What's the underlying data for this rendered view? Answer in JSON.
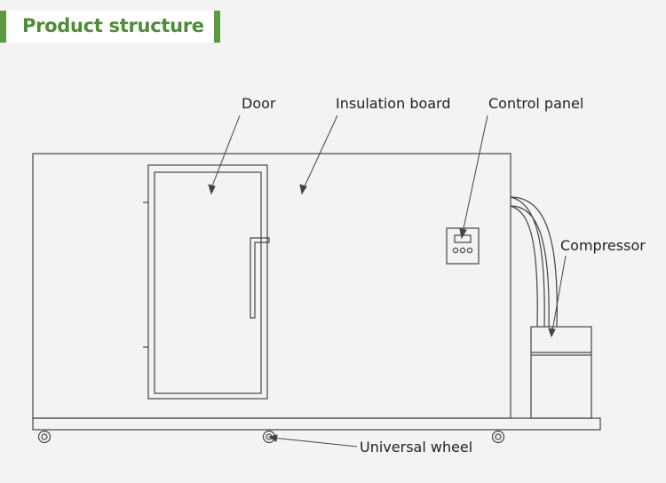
{
  "header": {
    "title": "Product structure"
  },
  "labels": {
    "door": "Door",
    "insulation_board": "Insulation board",
    "control_panel": "Control panel",
    "compressor": "Compressor",
    "universal_wheel": "Universal wheel"
  },
  "colors": {
    "accent": "#5b9a3f",
    "title_text": "#4e8d35",
    "line": "#444444"
  }
}
